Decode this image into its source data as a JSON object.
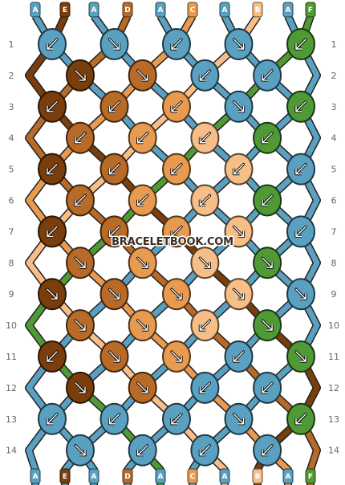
{
  "pattern": {
    "colors": {
      "A": "#5aa0c0",
      "B": "#f8be88",
      "C": "#e89a50",
      "D": "#b86a28",
      "E": "#7a3e0c",
      "F": "#4f9a35"
    },
    "top_strings": [
      "A",
      "E",
      "A",
      "D",
      "A",
      "C",
      "A",
      "B",
      "A",
      "F"
    ],
    "bottom_strings": [
      "A",
      "E",
      "A",
      "D",
      "A",
      "C",
      "A",
      "B",
      "A",
      "F"
    ],
    "row_numbers": [
      "1",
      "2",
      "3",
      "4",
      "5",
      "6",
      "7",
      "8",
      "9",
      "10",
      "11",
      "12",
      "13",
      "14"
    ],
    "knots": [
      [
        {
          "c": "A",
          "d": "sw"
        },
        {
          "c": "A",
          "d": "se"
        },
        {
          "c": "A",
          "d": "sw"
        },
        {
          "c": "A",
          "d": "se"
        },
        {
          "c": "F",
          "d": "sw"
        }
      ],
      [
        {
          "c": "E",
          "d": "se"
        },
        {
          "c": "D",
          "d": "se"
        },
        {
          "c": "A",
          "d": "sw"
        },
        {
          "c": "A",
          "d": "sw"
        }
      ],
      [
        {
          "c": "E",
          "d": "sw"
        },
        {
          "c": "D",
          "d": "sw"
        },
        {
          "c": "C",
          "d": "sw"
        },
        {
          "c": "A",
          "d": "se"
        },
        {
          "c": "F",
          "d": "sw"
        }
      ],
      [
        {
          "c": "D",
          "d": "sw"
        },
        {
          "c": "C",
          "d": "sw"
        },
        {
          "c": "B",
          "d": "sw"
        },
        {
          "c": "F",
          "d": "sw"
        }
      ],
      [
        {
          "c": "E",
          "d": "sw"
        },
        {
          "c": "D",
          "d": "sw"
        },
        {
          "c": "C",
          "d": "sw"
        },
        {
          "c": "B",
          "d": "sw"
        },
        {
          "c": "A",
          "d": "sw"
        }
      ],
      [
        {
          "c": "D",
          "d": "sw"
        },
        {
          "c": "C",
          "d": "sw"
        },
        {
          "c": "B",
          "d": "sw"
        },
        {
          "c": "F",
          "d": "sw"
        }
      ],
      [
        {
          "c": "E",
          "d": "sw"
        },
        {
          "c": "D",
          "d": "sw"
        },
        {
          "c": "C",
          "d": "sw"
        },
        {
          "c": "B",
          "d": "se"
        },
        {
          "c": "A",
          "d": "sw"
        }
      ],
      [
        {
          "c": "D",
          "d": "se"
        },
        {
          "c": "C",
          "d": "se"
        },
        {
          "c": "B",
          "d": "se"
        },
        {
          "c": "F",
          "d": "se"
        }
      ],
      [
        {
          "c": "E",
          "d": "se"
        },
        {
          "c": "D",
          "d": "se"
        },
        {
          "c": "C",
          "d": "se"
        },
        {
          "c": "B",
          "d": "se"
        },
        {
          "c": "A",
          "d": "se"
        }
      ],
      [
        {
          "c": "D",
          "d": "se"
        },
        {
          "c": "C",
          "d": "se"
        },
        {
          "c": "B",
          "d": "sw"
        },
        {
          "c": "F",
          "d": "se"
        }
      ],
      [
        {
          "c": "E",
          "d": "sw"
        },
        {
          "c": "D",
          "d": "se"
        },
        {
          "c": "C",
          "d": "se"
        },
        {
          "c": "A",
          "d": "sw"
        },
        {
          "c": "F",
          "d": "se"
        }
      ],
      [
        {
          "c": "E",
          "d": "se"
        },
        {
          "c": "D",
          "d": "se"
        },
        {
          "c": "A",
          "d": "sw"
        },
        {
          "c": "A",
          "d": "sw"
        }
      ],
      [
        {
          "c": "A",
          "d": "sw"
        },
        {
          "c": "A",
          "d": "sw"
        },
        {
          "c": "A",
          "d": "sw"
        },
        {
          "c": "A",
          "d": "se"
        },
        {
          "c": "F",
          "d": "sw"
        }
      ],
      [
        {
          "c": "A",
          "d": "se"
        },
        {
          "c": "A",
          "d": "sw"
        },
        {
          "c": "A",
          "d": "sw"
        },
        {
          "c": "A",
          "d": "sw"
        }
      ]
    ],
    "watermark": "BRACELETBOOK.COM"
  }
}
